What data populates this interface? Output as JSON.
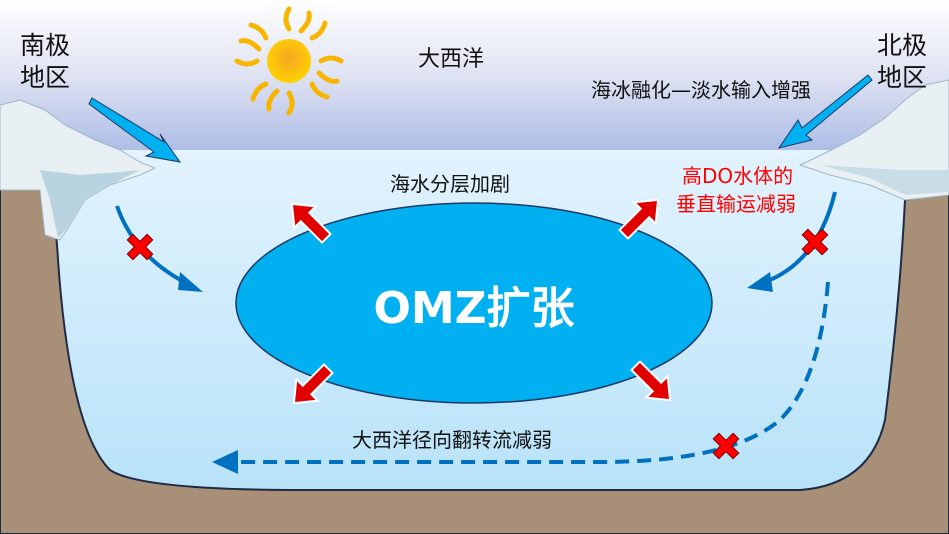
{
  "labels": {
    "south_pole_line1": "南极",
    "south_pole_line2": "地区",
    "north_pole_line1": "北极",
    "north_pole_line2": "地区",
    "ocean": "大西洋",
    "sea_ice_melt": "海冰融化—淡水输入增强",
    "stratification": "海水分层加剧",
    "high_do_line1": "高DO水体的",
    "high_do_line2": "垂直输运减弱",
    "omz": "OMZ扩张",
    "amoc": "大西洋径向翻转流减弱"
  },
  "colors": {
    "omz_fill": "#00b0f0",
    "arrow_red": "#e00000",
    "current_blue": "#0070c0",
    "ground": "#a89078",
    "warning_text": "#ff0000"
  }
}
